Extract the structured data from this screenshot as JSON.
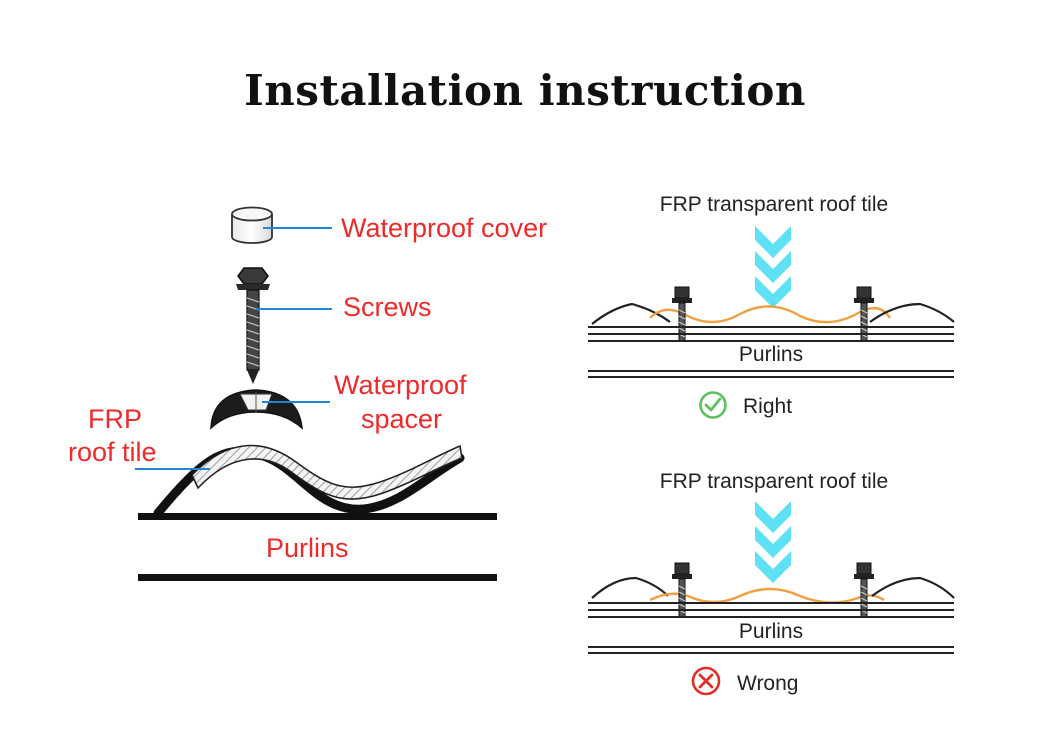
{
  "title": "Installation instruction",
  "left_diagram": {
    "labels": {
      "waterproof_cover": "Waterproof cover",
      "screws": "Screws",
      "waterproof_spacer_line1": "Waterproof",
      "waterproof_spacer_line2": "spacer",
      "frp_roof_tile_line1": "FRP",
      "frp_roof_tile_line2": "roof tile",
      "purlins": "Purlins"
    }
  },
  "right_diagrams": [
    {
      "heading": "FRP transparent roof tile",
      "purlins": "Purlins",
      "verdict": "Right",
      "verdict_icon": "check-circle-icon"
    },
    {
      "heading": "FRP transparent roof tile",
      "purlins": "Purlins",
      "verdict": "Wrong",
      "verdict_icon": "cross-circle-icon"
    }
  ],
  "colors": {
    "label_red": "#ee2a2a",
    "leader_blue": "#1f86d6",
    "arrow_cyan": "#5ee0f5",
    "tile_orange": "#f0a040",
    "right_green": "#5cc05c",
    "wrong_red": "#e0302a"
  }
}
